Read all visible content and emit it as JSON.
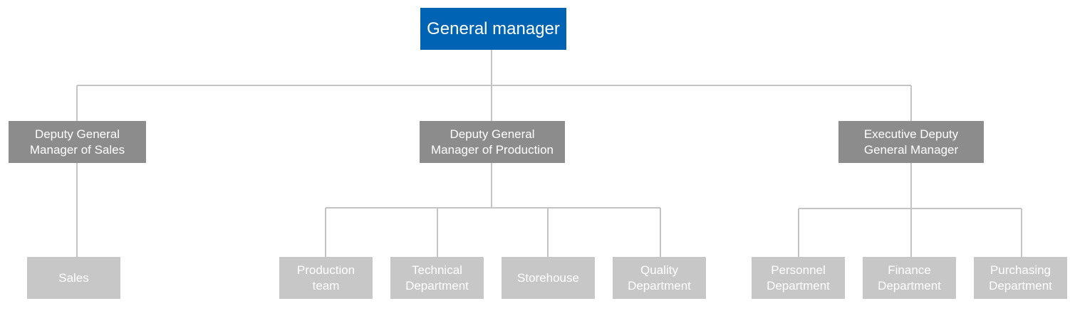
{
  "chart": {
    "root": {
      "label": "General manager"
    },
    "deputies": [
      {
        "label": "Deputy General\nManager of Sales"
      },
      {
        "label": "Deputy General\nManager of Production"
      },
      {
        "label": "Executive Deputy\nGeneral Manager"
      }
    ],
    "departments": [
      {
        "label": "Sales"
      },
      {
        "label": "Production\nteam"
      },
      {
        "label": "Technical\nDepartment"
      },
      {
        "label": "Storehouse"
      },
      {
        "label": "Quality\nDepartment"
      },
      {
        "label": "Personnel\nDepartment"
      },
      {
        "label": "Finance\nDepartment"
      },
      {
        "label": "Purchasing\nDepartment"
      }
    ]
  },
  "colors": {
    "root": "#0063b3",
    "deputy": "#8c8c8c",
    "department": "#c7c7c7",
    "connector": "#c4c4c4"
  }
}
